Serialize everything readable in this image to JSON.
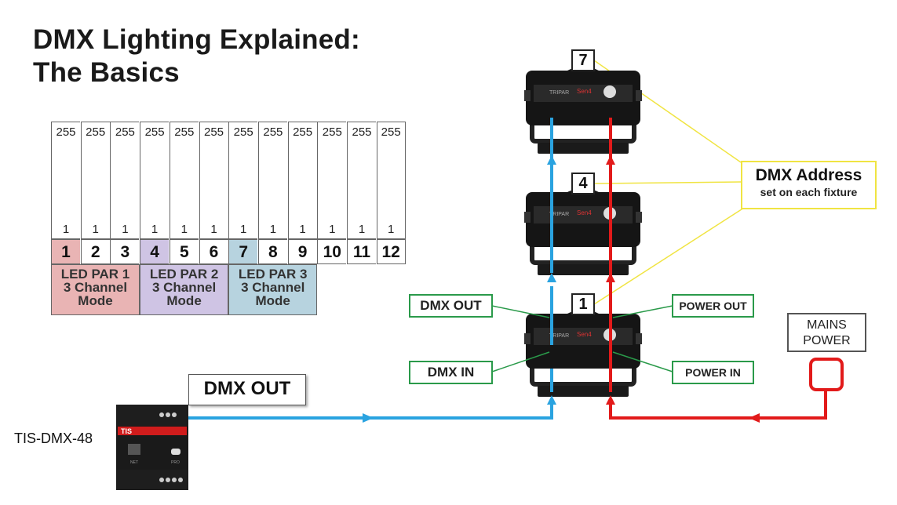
{
  "title": {
    "line1": "DMX Lighting Explained:",
    "line2": "The Basics"
  },
  "channels": {
    "values": [
      "255",
      "255",
      "255",
      "255",
      "255",
      "255",
      "255",
      "255",
      "255",
      "255",
      "255",
      "255"
    ],
    "bottom_values": [
      "1",
      "1",
      "1",
      "1",
      "1",
      "1",
      "1",
      "1",
      "1",
      "1",
      "1",
      "1"
    ],
    "numbers": [
      "1",
      "2",
      "3",
      "4",
      "5",
      "6",
      "7",
      "8",
      "9",
      "10",
      "11",
      "12"
    ],
    "highlight_colors": {
      "1": "#e9b4b4",
      "4": "#cfc4e4",
      "7": "#b7d3df"
    },
    "value_level_fraction": 1.0
  },
  "pars": [
    {
      "line1": "LED PAR 1",
      "line2": "3 Channel",
      "line3": "Mode",
      "color": "#e9b4b4"
    },
    {
      "line1": "LED PAR 2",
      "line2": "3 Channel",
      "line3": "Mode",
      "color": "#cfc4e4"
    },
    {
      "line1": "LED PAR 3",
      "line2": "3 Channel",
      "line3": "Mode",
      "color": "#b7d3df"
    }
  ],
  "fixtures": {
    "addresses": [
      "7",
      "4",
      "1"
    ],
    "brand_label": "TRIPAR"
  },
  "labels": {
    "dmx_out_small": "DMX OUT",
    "dmx_in": "DMX IN",
    "power_out": "POWER OUT",
    "power_in": "POWER IN",
    "dmx_address_title": "DMX Address",
    "dmx_address_sub": "set on each fixture",
    "mains_line1": "MAINS",
    "mains_line2": "POWER",
    "dmx_out_big": "DMX OUT",
    "device_name": "TIS-DMX-48"
  },
  "device": {
    "brand": "TIS",
    "model": "TIS-DMX-48",
    "port_labels": [
      "NET",
      "PRO"
    ]
  },
  "colors": {
    "dmx_line": "#2aa3e0",
    "power_line": "#e21a1a",
    "callout_green": "#2a9a4a",
    "callout_yellow": "#f0e442"
  }
}
